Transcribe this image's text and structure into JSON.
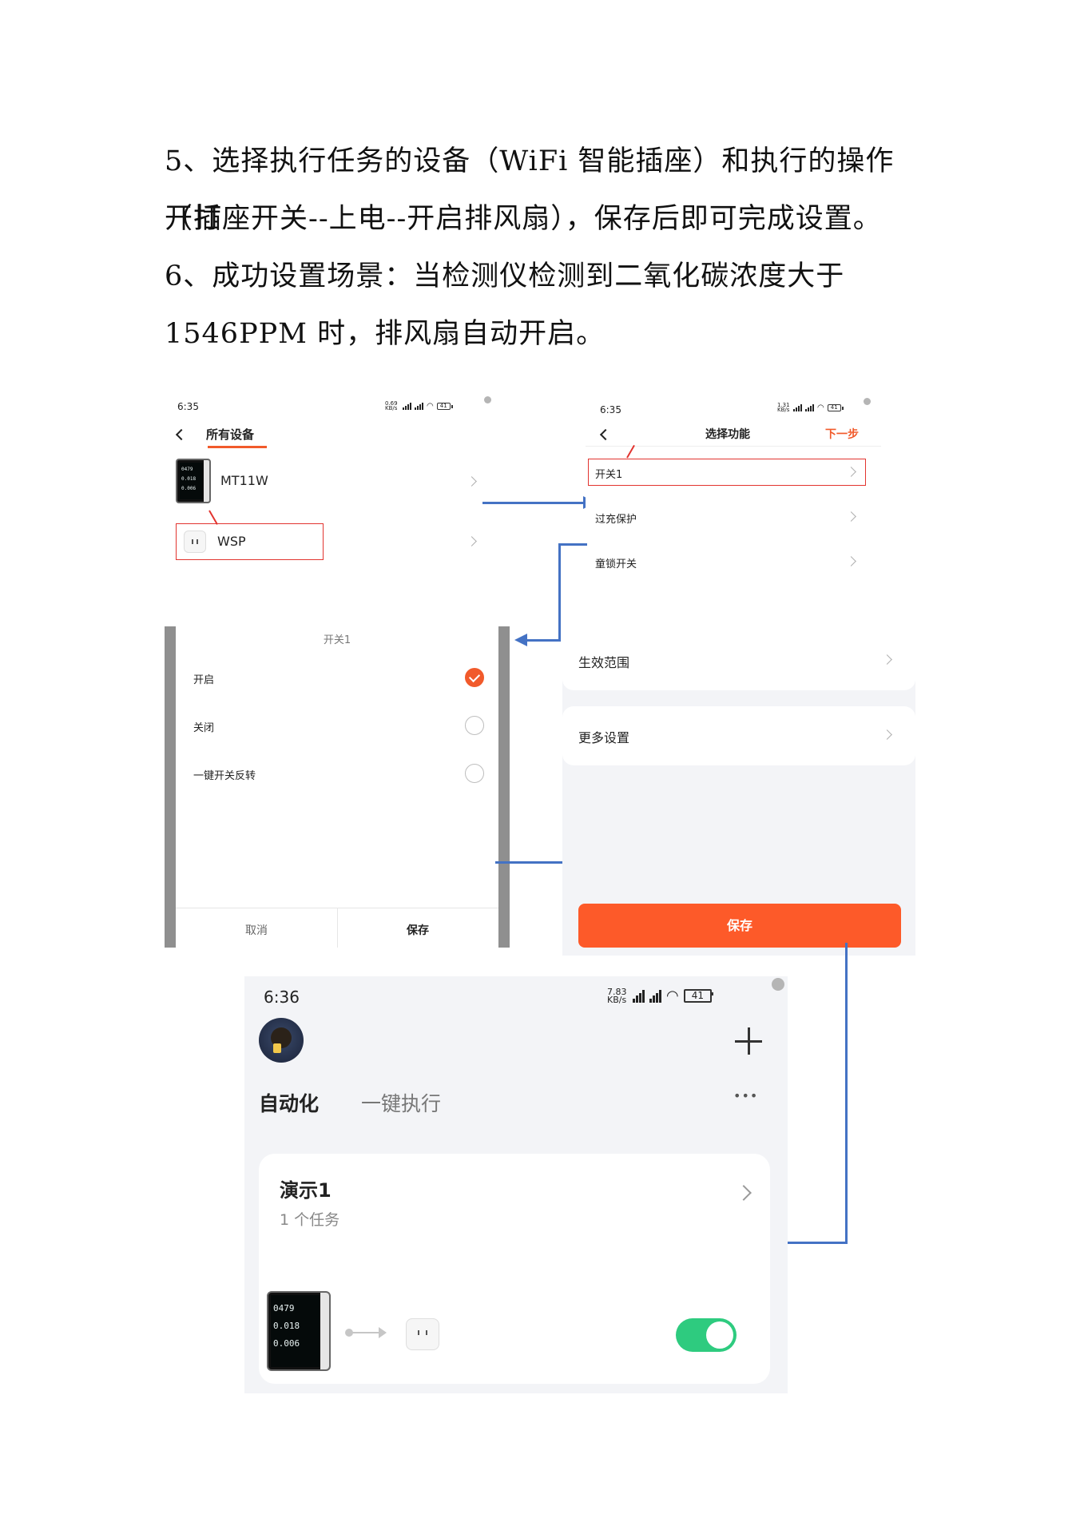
{
  "doc": {
    "step5_line1": "5、选择执行任务的设备（WiFi 智能插座）和执行的操作（打",
    "step5_line2": "开插座开关--上电--开启排风扇），保存后即可完成设置。",
    "step6_line1": "6、成功设置场景：当检测仪检测到二氧化碳浓度大于",
    "step6_line2": "1546PPM 时，排风扇自动开启。"
  },
  "screen1": {
    "time": "6:35",
    "speed": "0.69 KB/s",
    "battery": "41",
    "title": "所有设备",
    "devices": [
      {
        "name": "MT11W"
      },
      {
        "name": "WSP"
      }
    ]
  },
  "screen2": {
    "time": "6:35",
    "speed": "1.31 KB/s",
    "battery": "41",
    "title": "选择功能",
    "next": "下一步",
    "items": [
      "开关1",
      "过充保护",
      "童锁开关"
    ]
  },
  "screen3": {
    "title": "开关1",
    "options": [
      "开启",
      "关闭",
      "一键开关反转"
    ],
    "selected_index": 0,
    "cancel": "取消",
    "save": "保存"
  },
  "screen4": {
    "row1": "生效范围",
    "row2": "更多设置",
    "save": "保存"
  },
  "screen5": {
    "time": "6:36",
    "speed": "7.83 KB/s",
    "battery": "41",
    "tab_active": "自动化",
    "tab_inactive": "一键执行",
    "more": "•••",
    "card_title": "演示1",
    "card_sub": "1 个任务",
    "device_readings": [
      "0479",
      "0.018",
      "0.006"
    ],
    "toggle_on": true
  },
  "colors": {
    "accent": "#f15a2b",
    "arrow": "#4472c4",
    "box": "#e2342f",
    "toggle": "#2ecb7f"
  }
}
